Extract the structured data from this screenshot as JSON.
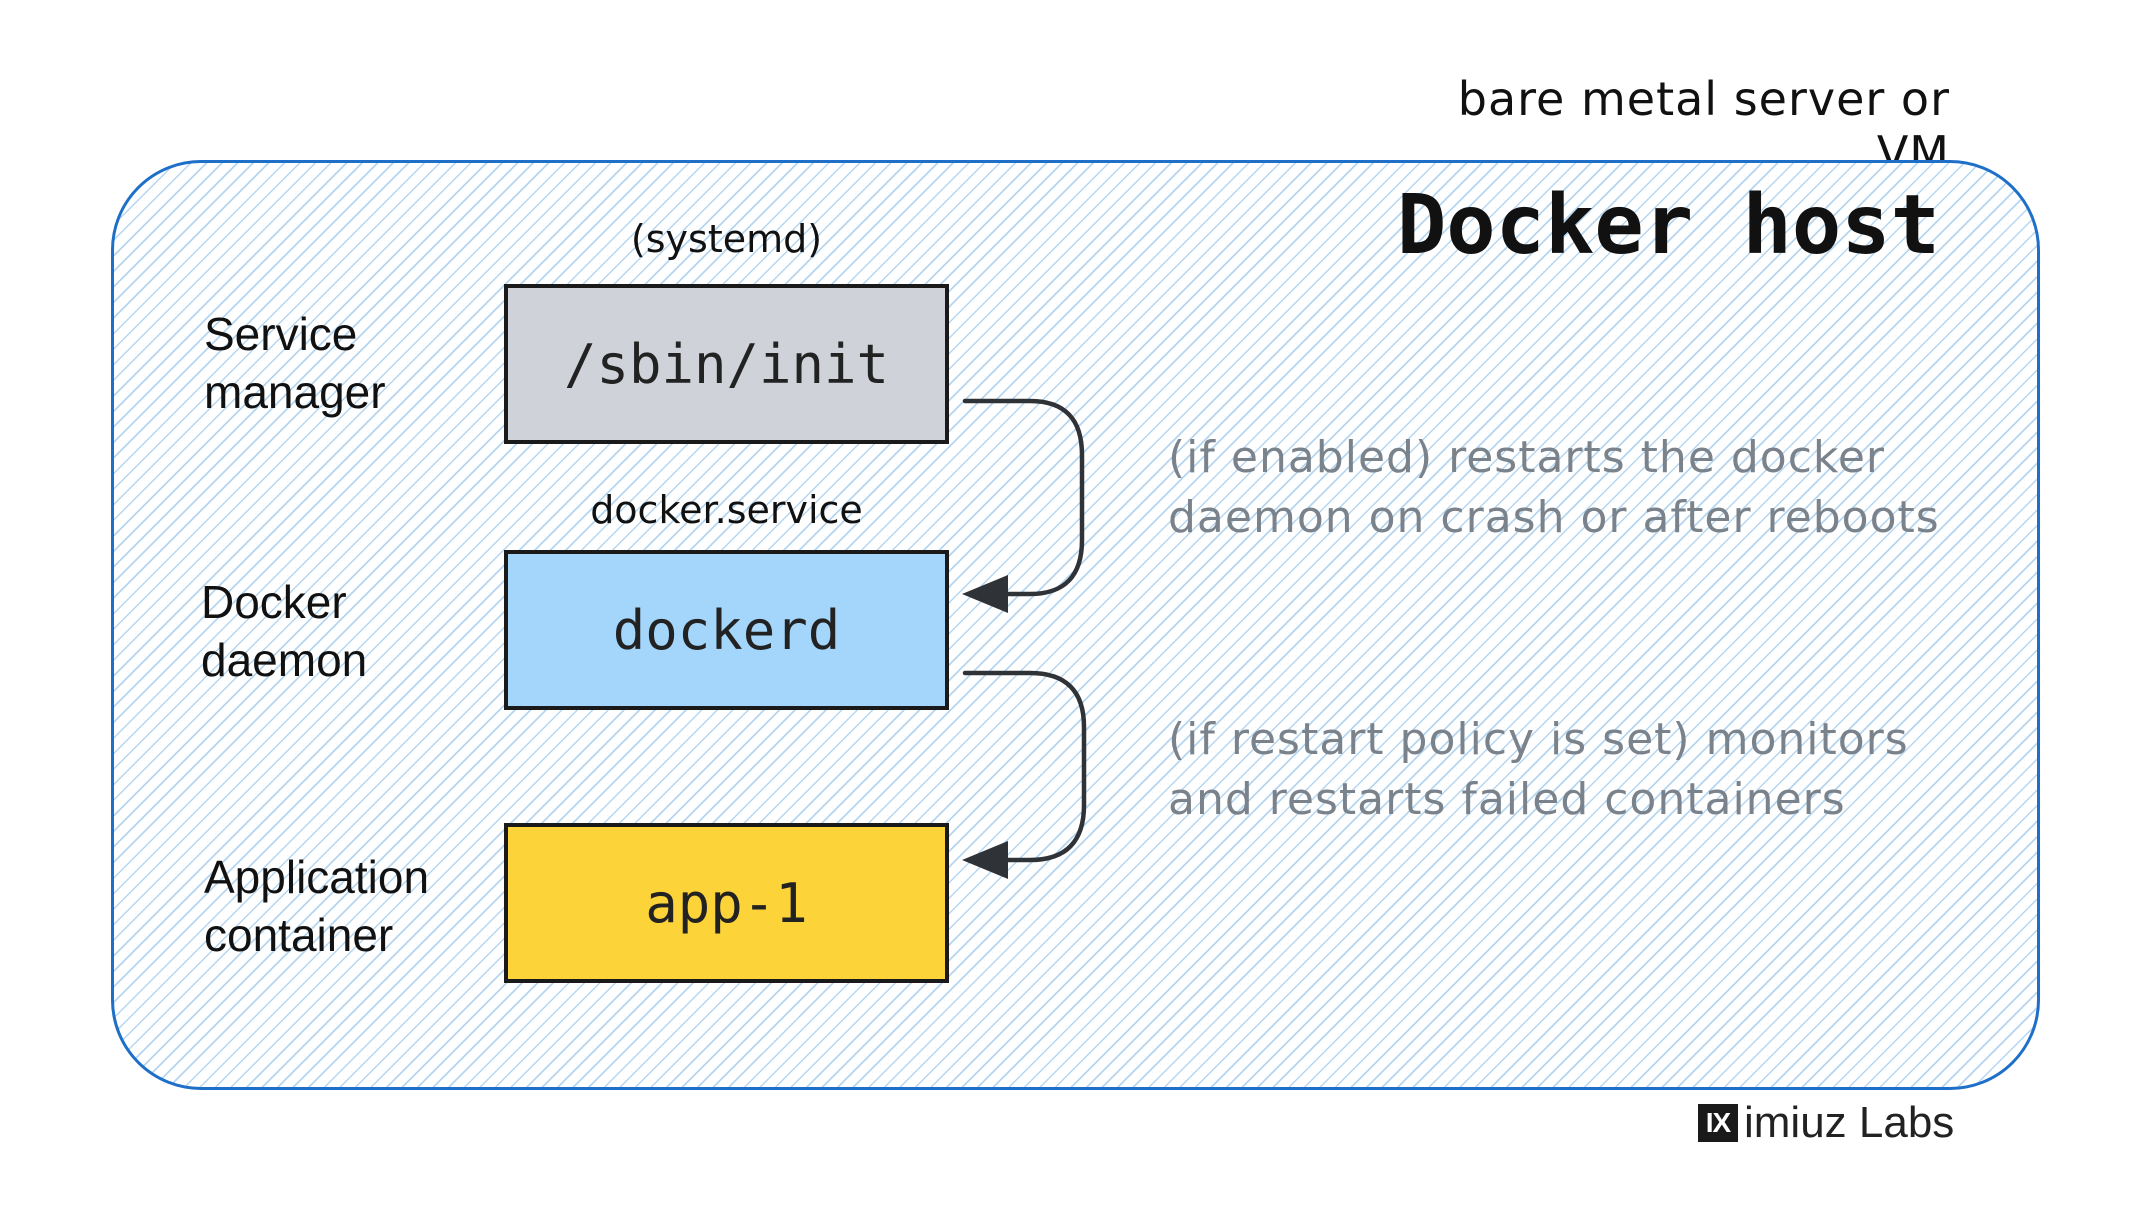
{
  "environment_label": "bare metal server or VM",
  "host": {
    "title": "Docker host"
  },
  "layers": [
    {
      "role": "Service manager",
      "role_line1": "Service",
      "role_line2": "manager",
      "above_label": "(systemd)",
      "process": "/sbin/init",
      "color": "#cfd3d9"
    },
    {
      "role": "Docker daemon",
      "role_line1": "Docker",
      "role_line2": "daemon",
      "above_label": "docker.service",
      "process": "dockerd",
      "color": "#a4d6fb"
    },
    {
      "role": "Application container",
      "role_line1": "Application",
      "role_line2": "container",
      "process": "app-1",
      "color": "#fdd33a"
    }
  ],
  "notes": [
    {
      "line1": "(if enabled) restarts the docker",
      "line2": "daemon on crash or after reboots"
    },
    {
      "line1": "(if restart policy is set) monitors",
      "line2": "and restarts failed containers"
    }
  ],
  "brand": {
    "logo_text": "IX",
    "name": "imiuz Labs"
  },
  "colors": {
    "host_border": "#1e6fc8",
    "hatch": "#78b4e6",
    "note_text": "#7a838b",
    "arrow": "#2f3337"
  }
}
